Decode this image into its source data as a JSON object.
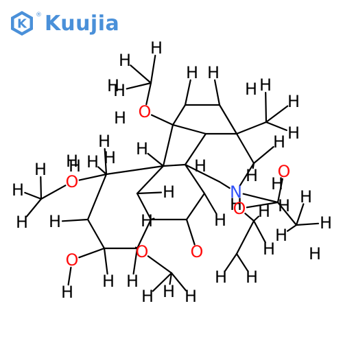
{
  "brand": {
    "name": "Kuujia",
    "registered": "®",
    "mark_letter": "K",
    "color": "#4a90d9"
  },
  "atom_colors": {
    "H": "#000000",
    "O": "#ff0d0d",
    "N": "#3050f8"
  },
  "atoms": {
    "H1": "H",
    "H2": "H",
    "H3": "H",
    "H4": "H",
    "H5": "H",
    "H6": "H",
    "H7": "H",
    "H8": "H",
    "H9": "H",
    "H10": "H",
    "H11": "H",
    "H12": "H",
    "H13": "H",
    "H14": "H",
    "H15": "H",
    "H16": "H",
    "H17": "H",
    "H18": "H",
    "H19": "H",
    "H20": "H",
    "H21": "H",
    "H22": "H",
    "H23": "H",
    "H24": "H",
    "H25": "H",
    "H26": "H",
    "H27": "H",
    "H28": "H",
    "H29": "H",
    "H30": "H",
    "H31": "H",
    "H32": "H",
    "H33": "H",
    "H34": "H",
    "H35": "H",
    "H36": "H",
    "H37": "H",
    "H38": "H",
    "H39": "H",
    "H40": "H",
    "H41": "H",
    "H42": "H",
    "H43": "H",
    "H44": "H",
    "O1": "O",
    "O2": "O",
    "O3": "O",
    "O4": "O",
    "O5": "O",
    "O6": "O",
    "O7": "O",
    "N1": "N"
  }
}
